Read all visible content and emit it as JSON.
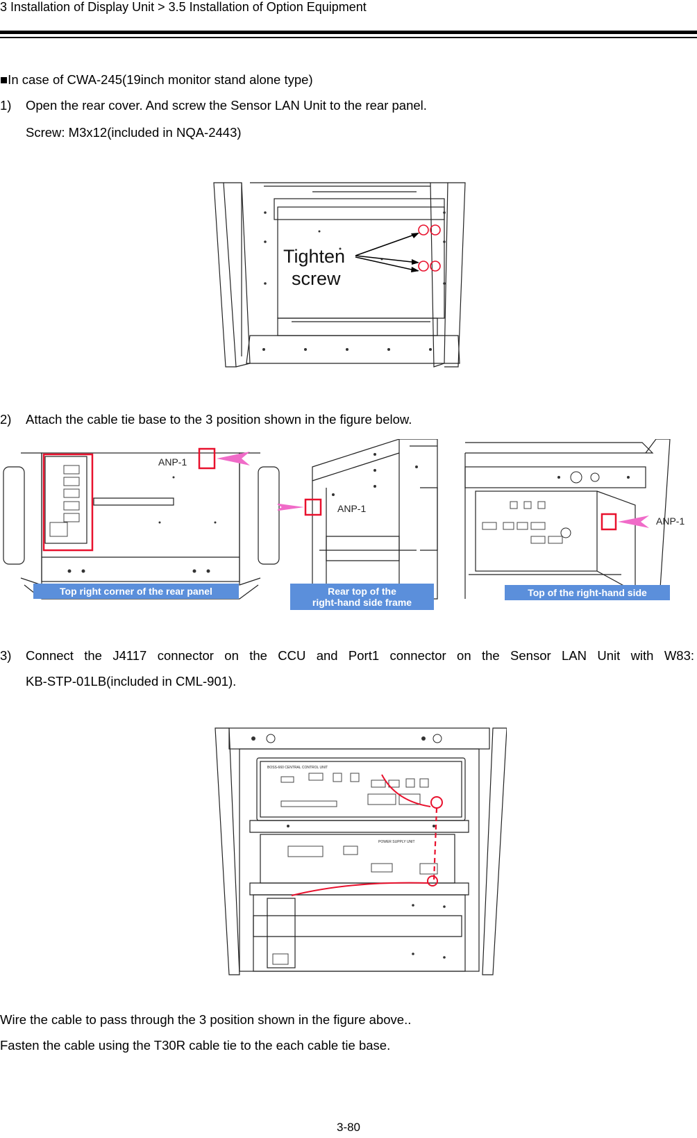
{
  "header": {
    "breadcrumb": "3 Installation of Display Unit > 3.5 Installation of Option Equipment"
  },
  "section": {
    "title": "■In case of CWA-245(19inch monitor stand alone type)"
  },
  "steps": [
    {
      "num": "1)",
      "text": "Open the rear cover. And screw the Sensor LAN Unit to the rear panel.",
      "sub": "Screw: M3x12(included in NQA-2443)"
    },
    {
      "num": "2)",
      "text": "Attach the cable tie base to the 3 position shown in the figure below."
    },
    {
      "num": "3)",
      "text": "Connect the J4117 connector on the CCU and Port1 connector on the Sensor LAN Unit with W83:",
      "sub": "KB-STP-01LB(included in CML-901)."
    }
  ],
  "figure1": {
    "label_line1": "Tighten",
    "label_line2": "screw"
  },
  "figure2": {
    "label_a": "ANP-1",
    "label_b": "ANP-1",
    "label_c": "ANP-1",
    "caption_a": "Top right corner of the rear panel",
    "caption_b_line1": "Rear top of the",
    "caption_b_line2": "right-hand side frame",
    "caption_c": "Top of the right-hand side"
  },
  "figure3": {
    "ccu_label": "BOSS-660 CENTRAL CONTROL UNIT",
    "psu_label": "POWER SUPPLY UNIT"
  },
  "notes": [
    "Wire the cable to pass through the 3 position shown in the figure above..",
    "Fasten the cable using the T30R cable tie to the each cable tie base."
  ],
  "footer": {
    "page": "3-80"
  },
  "colors": {
    "highlight": "#e8112d",
    "arrow": "#f06bc8",
    "caption_bg": "#5b8fdb",
    "cable": "#e8112d"
  }
}
